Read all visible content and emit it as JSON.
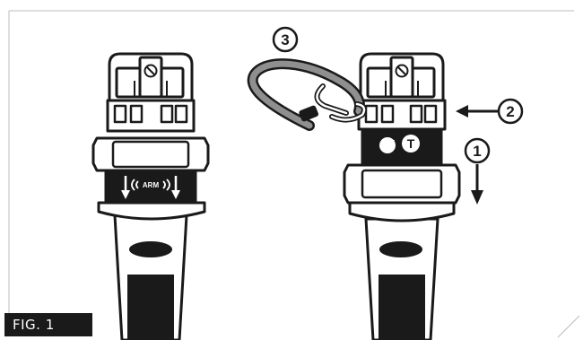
{
  "figure": {
    "label": "FIG. 1",
    "arm_text": "ARM",
    "lock_letter": "T",
    "steps": [
      "1",
      "2",
      "3"
    ]
  },
  "colors": {
    "line": "#1a1a1a",
    "fill": "#ffffff",
    "carabiner": "#8f8f8f",
    "label_bg": "#1a1a1a"
  },
  "icons": [
    "no-symbol-icon",
    "down-arrow-icon",
    "left-arrow-icon",
    "carabiner-icon"
  ]
}
